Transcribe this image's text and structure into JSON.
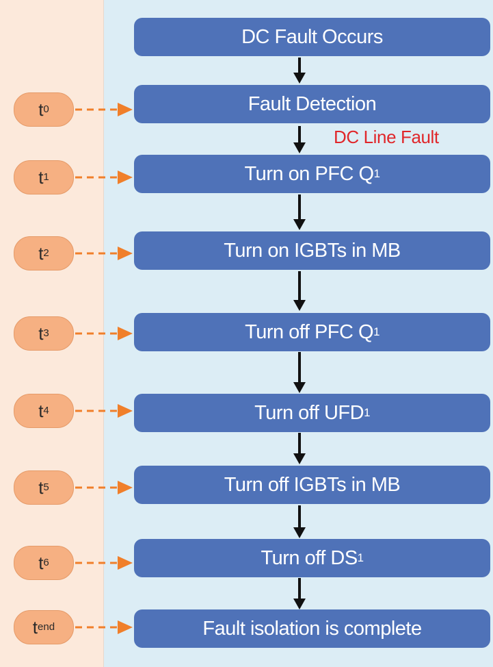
{
  "steps": [
    {
      "text": "DC Fault Occurs",
      "sub": ""
    },
    {
      "text": "Fault Detection",
      "sub": ""
    },
    {
      "text": "Turn on PFC Q",
      "sub": "1"
    },
    {
      "text": "Turn on IGBTs in MB",
      "sub": ""
    },
    {
      "text": "Turn off PFC Q",
      "sub": "1"
    },
    {
      "text": "Turn off UFD",
      "sub": "1"
    },
    {
      "text": "Turn off IGBTs in MB",
      "sub": ""
    },
    {
      "text": "Turn off DS",
      "sub": "1"
    },
    {
      "text": "Fault isolation is complete",
      "sub": ""
    }
  ],
  "time_labels": [
    {
      "base": "t",
      "sub": "0"
    },
    {
      "base": "t",
      "sub": "1"
    },
    {
      "base": "t",
      "sub": "2"
    },
    {
      "base": "t",
      "sub": "3"
    },
    {
      "base": "t",
      "sub": "4"
    },
    {
      "base": "t",
      "sub": "5"
    },
    {
      "base": "t",
      "sub": "6"
    },
    {
      "base": "t",
      "sub": "end"
    }
  ],
  "annotation": "DC Line Fault",
  "colors": {
    "step_fill": "#4f72b8",
    "time_fill": "#f6b082",
    "dashed_arrow": "#f07f2a",
    "flow_arrow": "#111111",
    "annotation": "#e0262a",
    "left_panel": "#fce9db",
    "right_panel": "#dcedf5"
  }
}
